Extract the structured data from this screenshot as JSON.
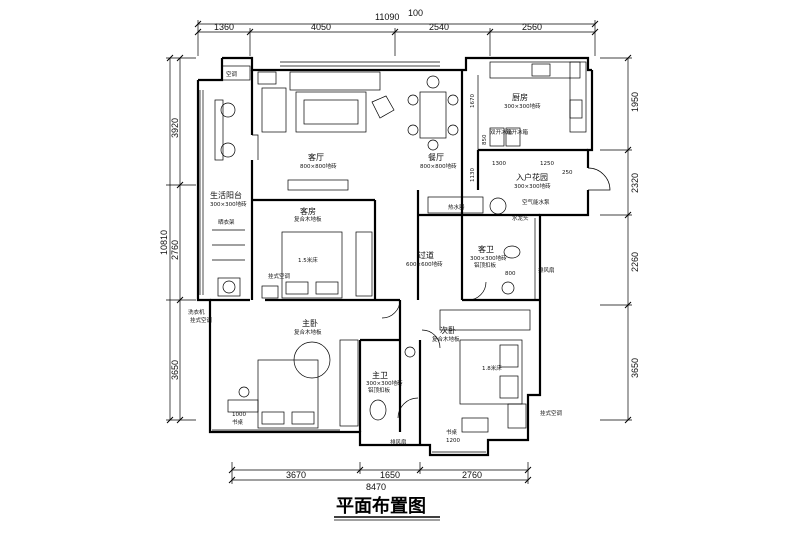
{
  "title": "平面布置图",
  "dimensions": {
    "top_total": "11090",
    "top_gap": "100",
    "top_segments": [
      "1360",
      "4050",
      "2540",
      "2560"
    ],
    "left_total": "10810",
    "left_segments": [
      "3920",
      "2760",
      "3650"
    ],
    "right_segments": [
      "1950",
      "2320",
      "2260",
      "3650"
    ],
    "bottom_segments": [
      "3670",
      "1650",
      "2760"
    ],
    "bottom_total": "8470",
    "kitchen_dims": [
      "1670",
      "1300",
      "1250",
      "250",
      "1130",
      "850"
    ],
    "bath_dims": [
      "800"
    ],
    "bedroom_dims": [
      "1000",
      "1200"
    ]
  },
  "rooms": {
    "living": {
      "name": "客厅",
      "note": "800×800地砖"
    },
    "dining": {
      "name": "餐厅",
      "note": "800×800地砖"
    },
    "kitchen": {
      "name": "厨房",
      "note": "300×300地砖"
    },
    "entry_garden": {
      "name": "入户花园",
      "note": "300×300地砖"
    },
    "balcony": {
      "name": "生活阳台",
      "note": "300×300地砖"
    },
    "guest_room": {
      "name": "客房",
      "note": "复合木地板"
    },
    "corridor": {
      "name": "过道",
      "note": "600×600地砖"
    },
    "guest_bath": {
      "name": "客卫",
      "note": "300×300地砖",
      "note2": "铝顶扣板"
    },
    "master_bedroom": {
      "name": "主卧",
      "note": "复合木地板"
    },
    "master_bath": {
      "name": "主卫",
      "note": "300×300地砖",
      "note2": "铝顶扣板"
    },
    "second_bedroom": {
      "name": "次卧",
      "note": "复合木地板"
    }
  },
  "labels": {
    "ac_top": "空调",
    "drying_rack": "晒衣架",
    "bed_15": "1.5米床",
    "bed_18": "1.8米床",
    "wall_ac_1": "挂式空调",
    "wall_ac_2": "挂式空调",
    "wall_ac_3": "挂式空调",
    "washer": "洗衣机",
    "exhaust_1": "排风扇",
    "exhaust_2": "排风扇",
    "air_heater": "空气能水泵",
    "faucet": "水龙头",
    "fridge_1": "双开冰箱",
    "fridge_2": "双开冰箱",
    "desk_1": "书桌",
    "desk_2": "书桌",
    "heater_mark": "热水器"
  }
}
